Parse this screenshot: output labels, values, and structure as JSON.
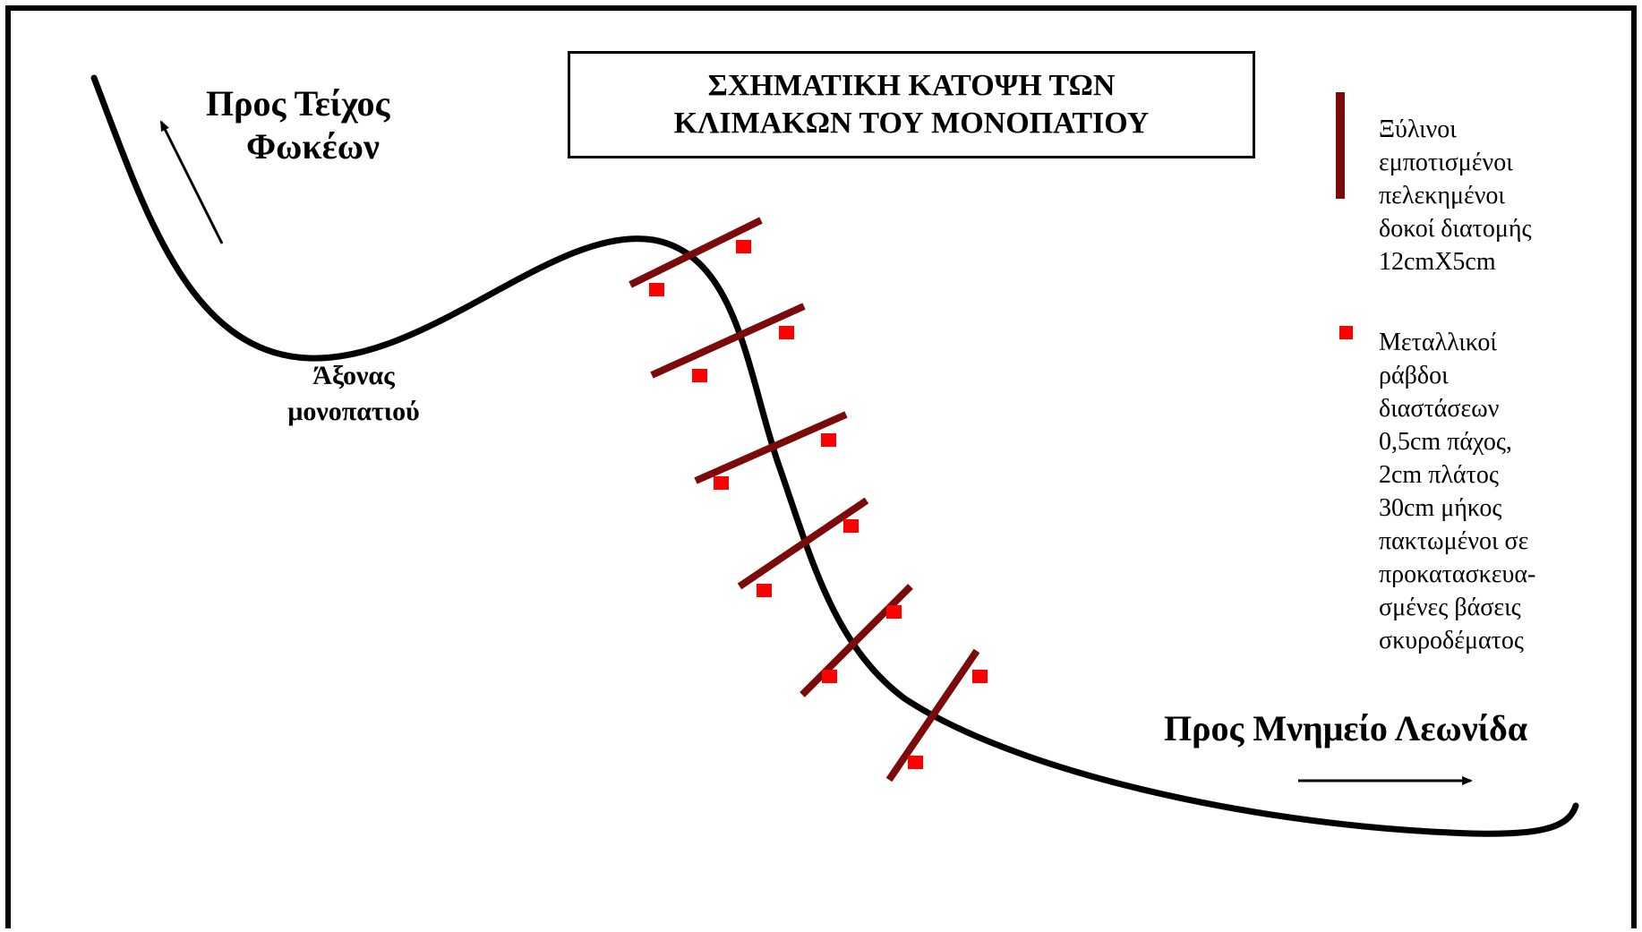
{
  "title": {
    "line1": "ΣΧΗΜΑΤΙΚΗ ΚΑΤΟΨΗ ΤΩΝ",
    "line2": "ΚΛΙΜΑΚΩΝ ΤΟΥ ΜΟΝΟΠΑΤΙΟΥ"
  },
  "labels": {
    "to_wall_line1": "Προς Τείχος",
    "to_wall_line2": "Φωκέων",
    "axis_line1": "Άξονας",
    "axis_line2": "μονοπατιού",
    "to_monument": "Προς Μνημείο Λεωνίδα"
  },
  "legend": {
    "wood": {
      "lines": [
        "Ξύλινοι",
        "εμποτισμένοι",
        "πελεκημένοι",
        "δοκοί διατομής",
        "12cmX5cm"
      ],
      "color": "#7b0a0a"
    },
    "metal": {
      "lines": [
        "Μεταλλικοί",
        "ράβδοι",
        "διαστάσεων",
        "0,5cm πάχος,",
        "2cm πλάτος",
        "30cm μήκος",
        "πακτωμένοι σε",
        "προκατασκευα-",
        "σμένες βάσεις",
        "σκυροδέματος"
      ],
      "color": "#ff0000"
    }
  },
  "colors": {
    "path": "#000000",
    "beam": "#7b0a0a",
    "rod": "#ff0000"
  },
  "steps_count": 6
}
